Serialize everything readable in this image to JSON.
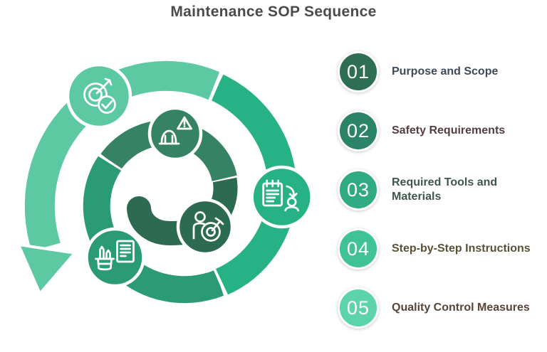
{
  "title": "Maintenance SOP Sequence",
  "title_color": "#4b4b4b",
  "steps": [
    {
      "number": "01",
      "label": "Purpose and Scope",
      "circle_color": "#2d6e54",
      "label_color": "#3e4a5a"
    },
    {
      "number": "02",
      "label": "Safety Requirements",
      "circle_color": "#2b8468",
      "label_color": "#543c3f"
    },
    {
      "number": "03",
      "label": "Required Tools and Materials",
      "circle_color": "#2faa83",
      "label_color": "#3f574b"
    },
    {
      "number": "04",
      "label": "Step-by-Step Instructions",
      "circle_color": "#3ec296",
      "label_color": "#585136"
    },
    {
      "number": "05",
      "label": "Quality Control Measures",
      "circle_color": "#5dd3ac",
      "label_color": "#55453b"
    }
  ],
  "diagram": {
    "flow": "spiral-from-center-outward-counterclockwise",
    "segments": [
      {
        "name": "purpose-and-scope",
        "color": "#2d6a52",
        "icon": "person-target-icon"
      },
      {
        "name": "safety-requirements",
        "color": "#358264",
        "icon": "hardhat-warning-icon"
      },
      {
        "name": "required-tools",
        "color": "#2b9b76",
        "icon": "tools-document-icon"
      },
      {
        "name": "step-by-step",
        "color": "#27b286",
        "icon": "clipboard-person-icon"
      },
      {
        "name": "quality-control",
        "color": "#5cc9a3",
        "icon": "target-check-icon"
      }
    ]
  }
}
